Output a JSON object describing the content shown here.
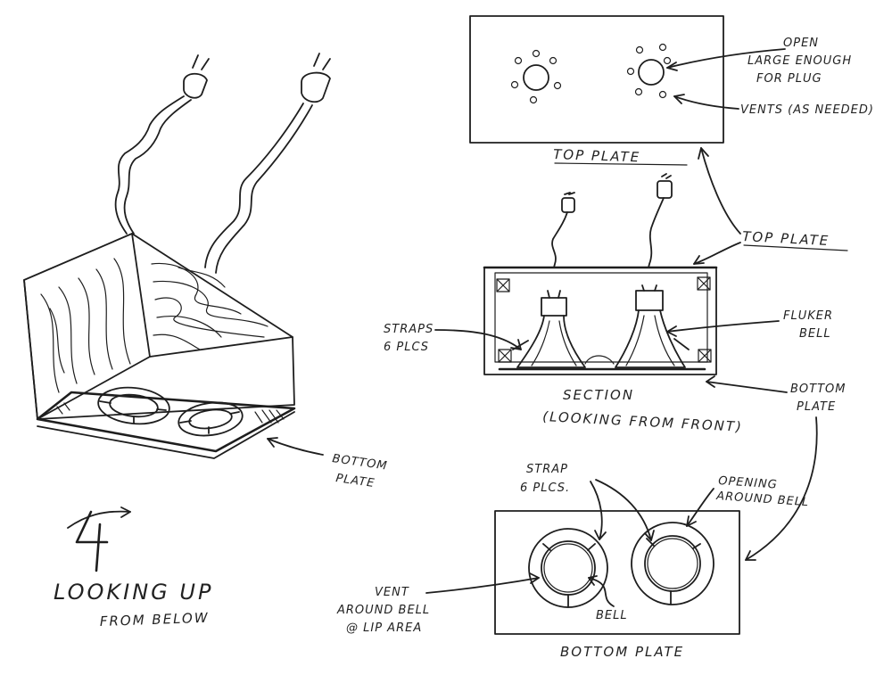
{
  "labels": {
    "open": "OPEN",
    "large_enough": "LARGE ENOUGH",
    "for_plug": "FOR PLUG",
    "vents": "VENTS (AS NEEDED)",
    "top_plate_caption": "TOP PLATE",
    "top_plate_callout": "TOP PLATE",
    "straps": "STRAPS",
    "straps_count": "6 PLCS",
    "fluker": "FLUKER",
    "bell": "BELL",
    "section": "SECTION",
    "looking_from_front": "(LOOKING FROM FRONT)",
    "bottom_callout_1": "BOTTOM",
    "bottom_callout_2": "PLATE",
    "bottom_left_1": "BOTTOM",
    "bottom_left_2": "PLATE",
    "strap_plan": "STRAP",
    "strap_plan_count": "6 PLCS.",
    "opening": "OPENING",
    "around_bell": "AROUND BELL",
    "vent": "VENT",
    "vent_around_bell": "AROUND BELL",
    "vent_lip": "@ LIP AREA",
    "bell_plan": "BELL",
    "bottom_plate_caption": "BOTTOM PLATE",
    "looking_up": "LOOKING UP",
    "from_below": "FROM BELOW"
  }
}
